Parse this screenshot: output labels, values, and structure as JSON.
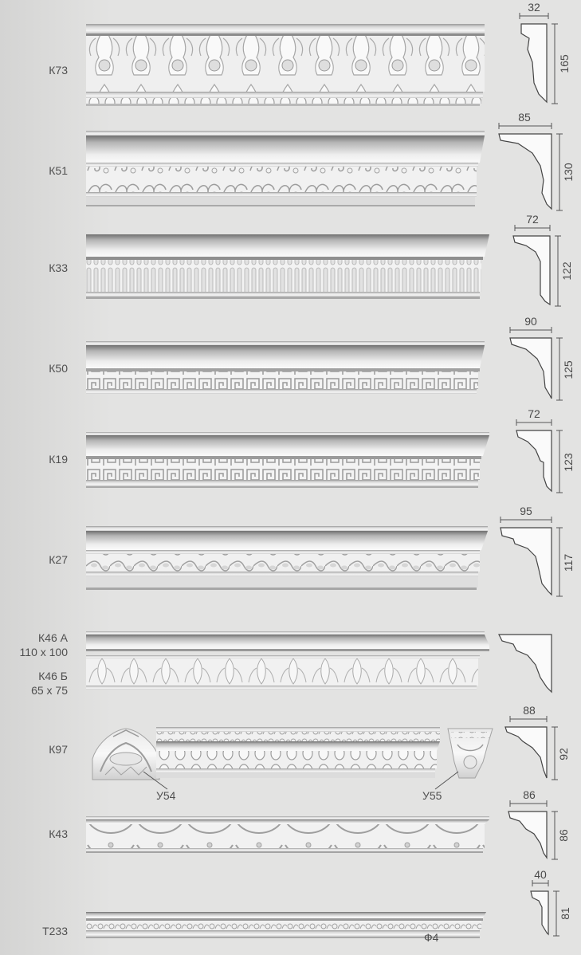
{
  "rows": [
    {
      "code": "К73",
      "width": "32",
      "height": "165"
    },
    {
      "code": "К51",
      "width": "85",
      "height": "130"
    },
    {
      "code": "К33",
      "width": "72",
      "height": "122"
    },
    {
      "code": "К50",
      "width": "90",
      "height": "125"
    },
    {
      "code": "К19",
      "width": "72",
      "height": "123"
    },
    {
      "code": "К27",
      "width": "95",
      "height": "117"
    },
    {
      "code": "К46 А",
      "size_a": "110 х 100",
      "code_b": "К46 Б",
      "size_b": "65 х 75"
    },
    {
      "code": "К97",
      "width": "88",
      "height": "92"
    },
    {
      "code": "К43",
      "width": "86",
      "height": "86"
    },
    {
      "code": "Т233",
      "width": "40",
      "height": "81"
    }
  ],
  "callouts": {
    "left_corner": "У54",
    "right_corner": "У55",
    "ornament": "Ф4"
  }
}
